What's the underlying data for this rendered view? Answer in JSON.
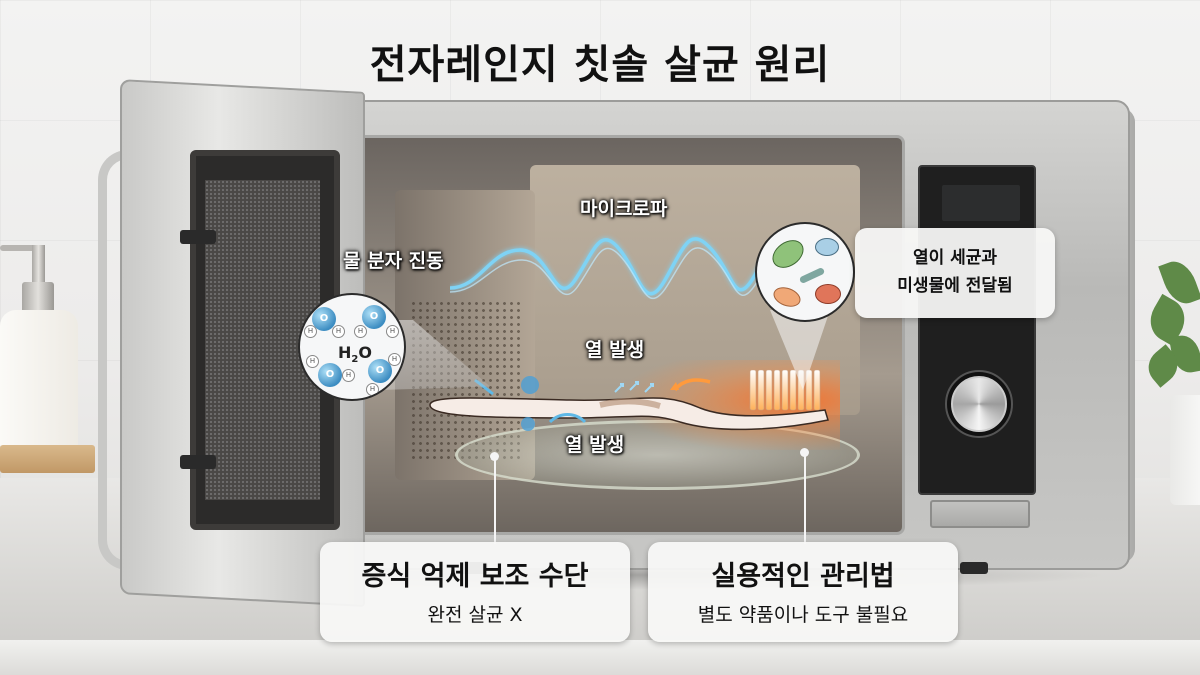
{
  "title": "전자레인지 칫솔 살균 원리",
  "diagram": {
    "subject": "microwave sterilizing a toothbrush",
    "labels": {
      "microwave": "마이크로파",
      "water_vibration": "물 분자 진동",
      "heat_top": "열 발생",
      "heat_bottom": "열 발생",
      "molecule_formula": "H2O",
      "molecule_formula_main": "H",
      "molecule_formula_sub": "2",
      "molecule_formula_tail": "O",
      "oxygen_atom": "O",
      "hydrogen_atom": "H"
    },
    "callouts": {
      "right": {
        "line1": "열이 세균과",
        "line2": "미생물에 전달됨"
      },
      "bottom_left": {
        "main": "증식 억제 보조 수단",
        "sub": "완전 살균 X"
      },
      "bottom_right": {
        "main": "실용적인 관리법",
        "sub": "별도 약품이나 도구 불필요"
      }
    },
    "colors": {
      "wave": "#7fd3f5",
      "heat": "#ff6a1f",
      "water_atom": "#3d8dc2",
      "germ_green": "#8fc27a",
      "germ_blue": "#a9cfe6",
      "germ_orange": "#f0a877",
      "germ_red": "#e0755a"
    }
  }
}
